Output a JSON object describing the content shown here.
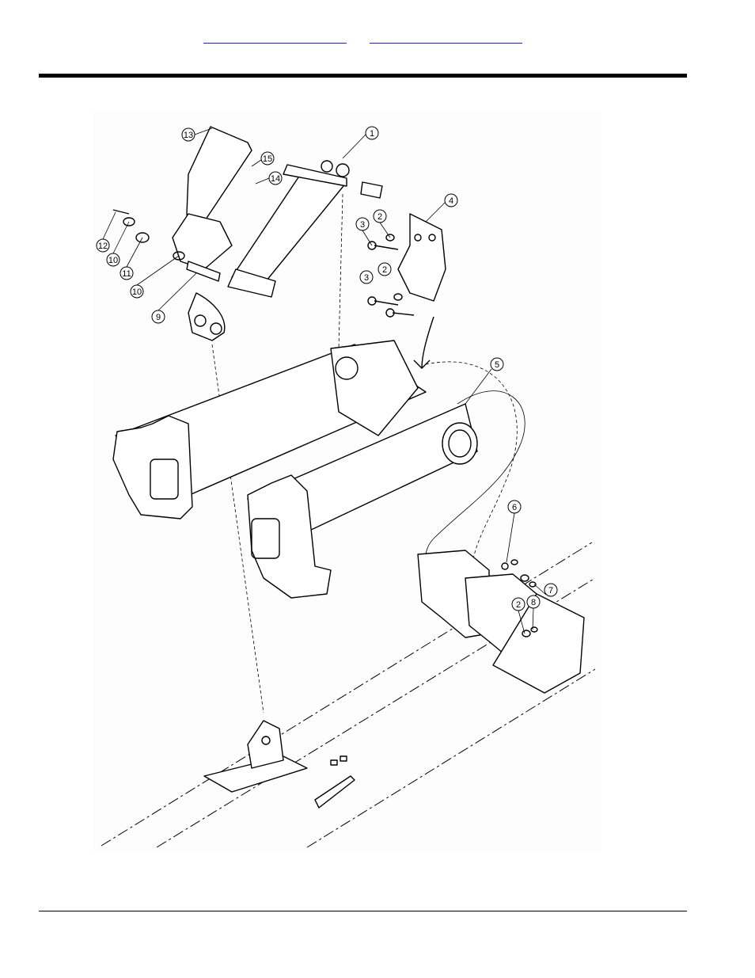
{
  "header": {
    "link_a": "",
    "link_b": ""
  },
  "diagram": {
    "callouts": [
      "1",
      "2",
      "3",
      "4",
      "5",
      "6",
      "7",
      "8",
      "9",
      "10",
      "11",
      "12",
      "13",
      "14",
      "15"
    ]
  }
}
